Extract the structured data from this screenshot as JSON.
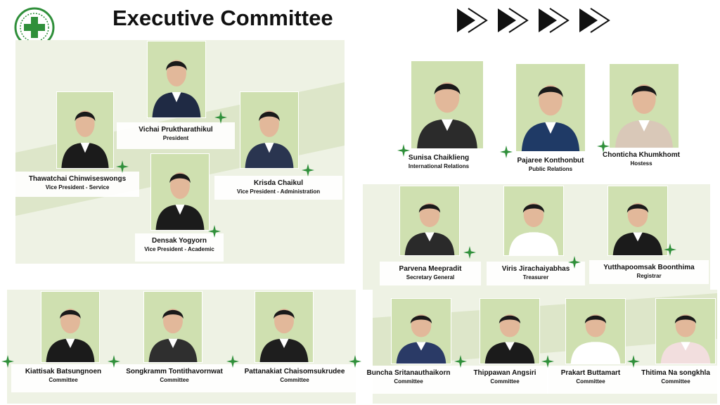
{
  "header": {
    "title": "Executive Committee"
  },
  "colors": {
    "accent_green": "#2f8f3a",
    "panel": "#eef2e4",
    "photo_bg": "#cfe0b0"
  },
  "icons": [
    "medical-cross-logo-icon",
    "chevron-arrow-icon",
    "sparkle-star-icon"
  ],
  "members": [
    {
      "name": "Vichai Pruktharathikul",
      "role": "President"
    },
    {
      "name": "Thawatchai Chinwiseswongs",
      "role": "Vice President - Service"
    },
    {
      "name": "Krisda Chaikul",
      "role": "Vice President - Administration"
    },
    {
      "name": "Densak Yogyorn",
      "role": "Vice President - Academic"
    },
    {
      "name": "Sunisa Chaiklieng",
      "role": "International Relations"
    },
    {
      "name": "Pajaree Konthonbut",
      "role": "Public Relations"
    },
    {
      "name": "Chonticha Khumkhomt",
      "role": "Hostess"
    },
    {
      "name": "Parvena Meepradit",
      "role": "Secretary General"
    },
    {
      "name": "Viris Jirachaiyabhas",
      "role": "Treasurer"
    },
    {
      "name": "Yutthapoomsak Boonthima",
      "role": "Registrar"
    },
    {
      "name": "Kiattisak Batsungnoen",
      "role": "Committee"
    },
    {
      "name": "Songkramm Tontithavornwat",
      "role": "Committee"
    },
    {
      "name": "Pattanakiat Chaisomsukrudee",
      "role": "Committee"
    },
    {
      "name": "Buncha Sritanauthaikorn",
      "role": "Committee"
    },
    {
      "name": "Thippawan Angsiri",
      "role": "Committee"
    },
    {
      "name": "Prakart Buttamart",
      "role": "Committee"
    },
    {
      "name": "Thitima Na songkhla",
      "role": "Committee"
    }
  ]
}
